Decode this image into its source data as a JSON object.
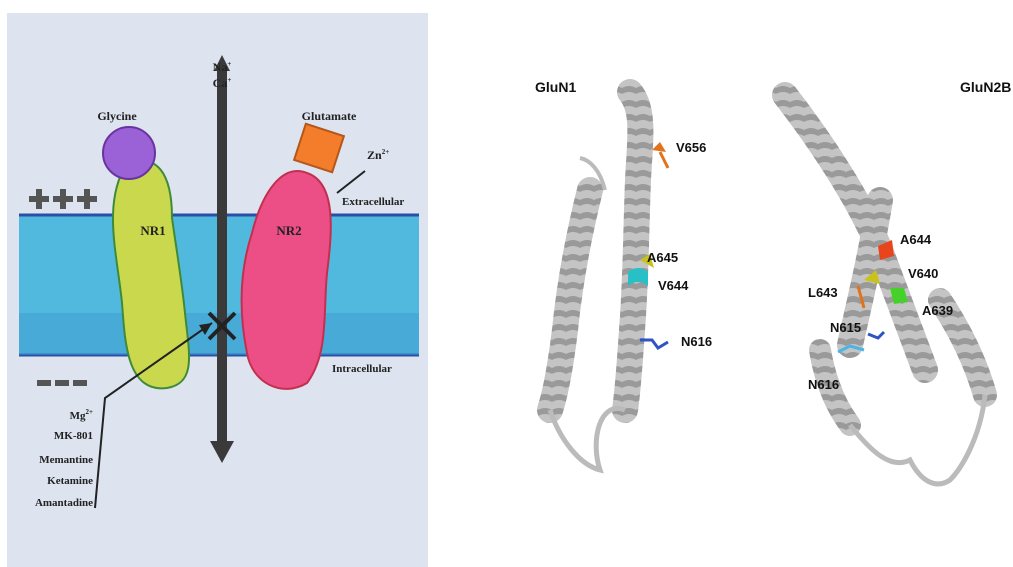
{
  "left": {
    "ions": {
      "na": "Na",
      "ca": "Ca",
      "charge": "+"
    },
    "ligand1": "Glycine",
    "ligand2": "Glutamate",
    "zinc": {
      "symbol": "Zn",
      "charge": "2+"
    },
    "subunit1": "NR1",
    "subunit2": "NR2",
    "extracellular": "Extracellular",
    "intracellular": "Intracellular",
    "blockers": {
      "mg": "Mg",
      "mg_charge": "2+",
      "items": [
        "MK-801",
        "Memantine",
        "Ketamine",
        "Amantadine"
      ]
    },
    "colors": {
      "paper": "#dde3ef",
      "membrane": "#52b9de",
      "membrane_edge": "#2a4fa6",
      "glycine": "#9a62d6",
      "glutamate": "#f37d2a",
      "nr1": "#c9d84c",
      "nr2": "#ec4f86",
      "channel": "#3a3a3a"
    }
  },
  "right": {
    "glun1": {
      "title": "GluN1",
      "residues": [
        "V656",
        "A645",
        "V644",
        "N616"
      ]
    },
    "glun2b": {
      "title": "GluN2B",
      "residues": [
        "A644",
        "V640",
        "L643",
        "A639",
        "N615",
        "N616"
      ]
    },
    "colors": {
      "helix": "#bdbdbd",
      "helix_edge": "#7a7a7a",
      "orange": "#e0731c",
      "yellow": "#c8c21a",
      "cyan": "#27c0c6",
      "blue": "#2e52c8",
      "green": "#46d12a",
      "red": "#e8451c",
      "lightblue": "#4cb4e6"
    }
  }
}
